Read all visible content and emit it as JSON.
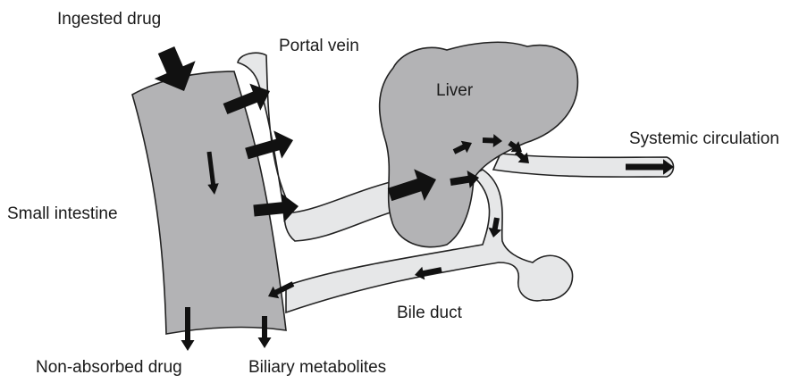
{
  "labels": {
    "ingested_drug": "Ingested drug",
    "portal_vein": "Portal vein",
    "liver": "Liver",
    "systemic_circulation": "Systemic circulation",
    "small_intestine": "Small intestine",
    "bile_duct": "Bile duct",
    "non_absorbed_drug": "Non-absorbed drug",
    "biliary_metabolites": "Biliary metabolites"
  },
  "colors": {
    "organ_fill": "#b3b3b5",
    "vessel_fill": "#e6e7e8",
    "outline": "#222222",
    "arrow": "#111111"
  }
}
